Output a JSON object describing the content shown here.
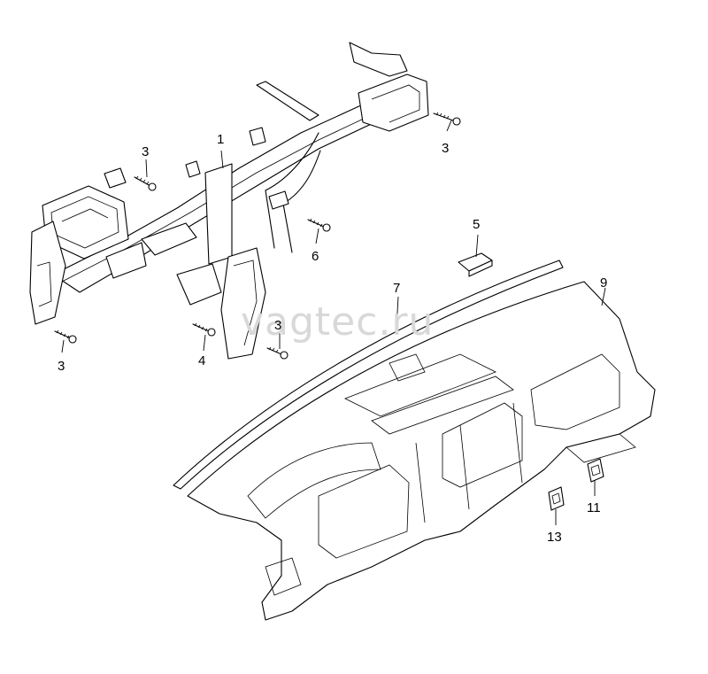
{
  "watermark": "vagtec.ru",
  "callouts": {
    "c1": "1",
    "c3a": "3",
    "c3b": "3",
    "c3c": "3",
    "c3d": "3",
    "c4": "4",
    "c5": "5",
    "c6": "6",
    "c7": "7",
    "c9": "9",
    "c11": "11",
    "c13": "13"
  },
  "colors": {
    "line": "#000000",
    "background": "#ffffff",
    "watermark": "#d8d8d8"
  }
}
